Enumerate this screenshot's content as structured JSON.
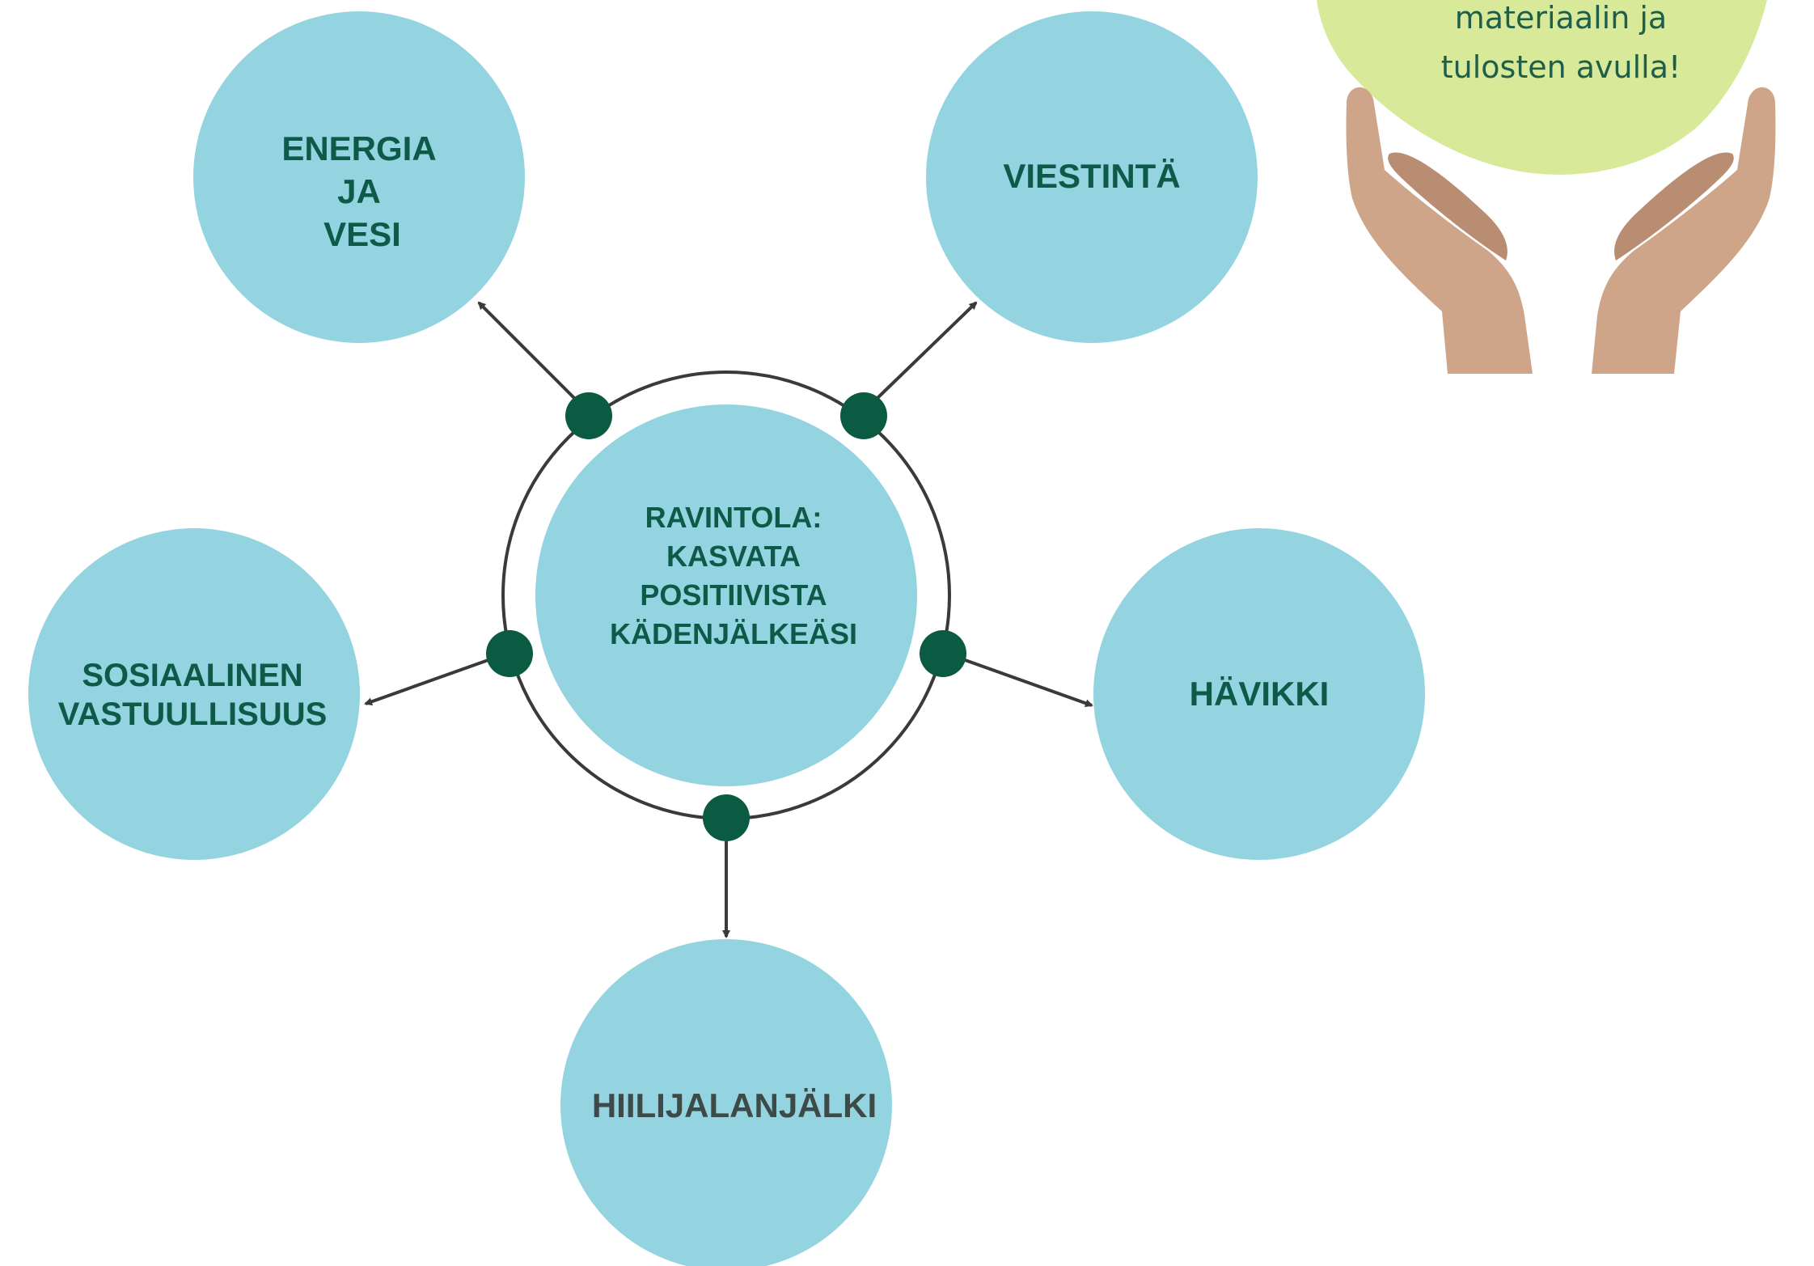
{
  "colors": {
    "circle_fill": "#94d4e0",
    "label_color": "#0d5a48",
    "label_color_bottom": "#3d4a47",
    "dot_color": "#0b5a42",
    "ring_color": "#3a3a3a",
    "arrow_color": "#3a3a3a",
    "callout_fill": "#d8ea99",
    "callout_text_color": "#1f5f4a",
    "hand_color": "#cfa58a",
    "hand_shade": "#b98d72"
  },
  "center": {
    "lines": [
      "RAVINTOLA:",
      "KASVATA",
      "POSITIIVISTA",
      "KÄDENJÄLKEÄSI"
    ]
  },
  "nodes": {
    "energy": {
      "lines": [
        "ENERGIA",
        "JA",
        "VESI"
      ]
    },
    "communication": {
      "lines": [
        "VIESTINTÄ"
      ]
    },
    "social": {
      "lines": [
        "SOSIAALINEN",
        "VASTUULLISUUS"
      ]
    },
    "waste": {
      "lines": [
        "HÄVIKKI"
      ]
    },
    "carbon": {
      "lines": [
        "HIILIJALANJÄLKI"
      ]
    }
  },
  "callout": {
    "lines": [
      "materiaalin ja",
      "tulosten avulla!"
    ],
    "icon": "hands-holding-icon"
  }
}
